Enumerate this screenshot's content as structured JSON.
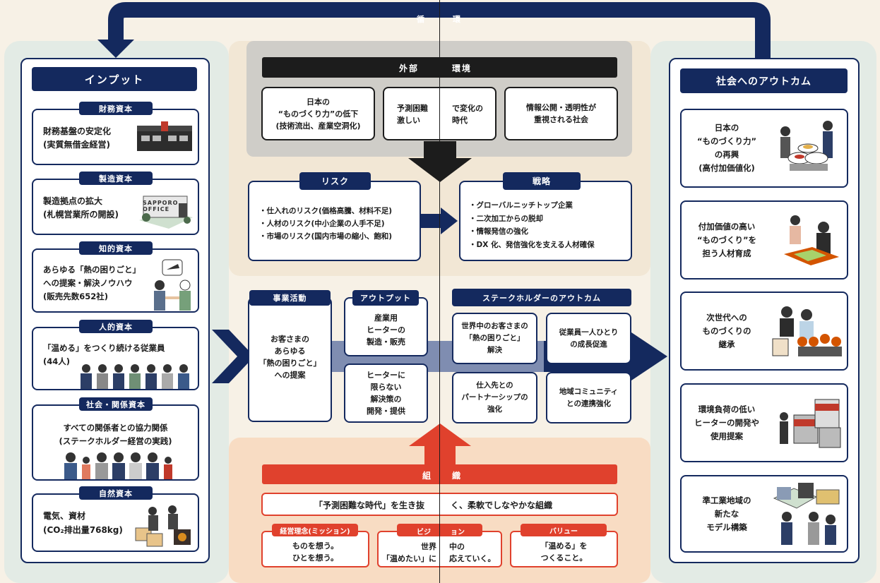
{
  "cycle": {
    "label_left": "循",
    "label_right": "環"
  },
  "inputs": {
    "title": "インプット",
    "capitals": [
      {
        "tag": "財務資本",
        "text": "財務基盤の安定化\n(実質無借金経営)"
      },
      {
        "tag": "製造資本",
        "text": "製造拠点の拡大\n(札幌営業所の開設)",
        "sign": "SAPPORO\nOFFICE"
      },
      {
        "tag": "知的資本",
        "text": "あらゆる「熱の困りごと」\nへの提案・解決ノウハウ\n(販売先数652社)"
      },
      {
        "tag": "人的資本",
        "text": "「温める」をつくり続ける従業員\n(44人)"
      },
      {
        "tag": "社会・関係資本",
        "text": "すべての関係者との協力関係\n(ステークホルダー経営の実践)"
      },
      {
        "tag": "自然資本",
        "text_main": "電気、資材",
        "text_sub": "(CO₂排出量768kg)"
      }
    ]
  },
  "external": {
    "title_left": "外部",
    "title_right": "環境",
    "items": [
      {
        "text": "日本の\n“ものづくり力”の低下\n(技術流出、産業空洞化)"
      },
      {
        "text_left": "予測困難\n激しい",
        "text_right": "で変化の\n時代"
      },
      {
        "text": "情報公開・透明性が\n重視される社会"
      }
    ]
  },
  "risk": {
    "tag": "リスク",
    "items": [
      "・仕入れのリスク(価格高騰、材料不足)",
      "・人材のリスク(中小企業の人手不足)",
      "・市場のリスク(国内市場の縮小、飽和)"
    ]
  },
  "strategy": {
    "tag": "戦略",
    "items": [
      "・グローバルニッチトップ企業",
      "・二次加工からの脱却",
      "・情報発信の強化",
      "・DX 化、発信強化を支える人材確保"
    ]
  },
  "business": {
    "tag": "事業活動",
    "text": "お客さまの\nあらゆる\n「熱の困りごと」\nへの提案"
  },
  "output": {
    "tag": "アウトプット",
    "item1": "産業用\nヒーターの\n製造・販売",
    "item2": "ヒーターに\n限らない\n解決策の\n開発・提供"
  },
  "stakeholder": {
    "tag": "ステークホルダーのアウトカム",
    "items": [
      "世界中のお客さまの\n「熱の困りごと」\n解決",
      "従業員一人ひとり\nの成長促進",
      "仕入先との\nパートナーシップの\n強化",
      "地域コミュニティ\nとの連携強化"
    ]
  },
  "organization": {
    "title_left": "組",
    "title_right": "織",
    "banner_left": "「予測困難な時代」を生き抜",
    "banner_right": "く、柔軟でしなやかな組織",
    "mission": {
      "tag": "経営理念(ミッション)",
      "text": "ものを想う。\nひとを想う。"
    },
    "vision": {
      "tag_left": "ビジ",
      "tag_right": "ョン",
      "text_left": "世界\n「温めたい」に",
      "text_right": "中の\n応えていく。"
    },
    "value": {
      "tag": "バリュー",
      "text": "「温める」を\nつくること。"
    }
  },
  "outcomes": {
    "title": "社会へのアウトカム",
    "items": [
      "日本の\n“ものづくり力”\nの再興\n(高付加価値化)",
      "付加価値の高い\n“ものづくり”を\n担う人材育成",
      "次世代への\nものづくりの\n継承",
      "環境負荷の低い\nヒーターの開発や\n使用提案",
      "準工業地域の\n新たな\nモデル構築"
    ]
  },
  "colors": {
    "navy": "#14295e",
    "red": "#e0412d",
    "cream": "#f7f1e6",
    "green": "#e3ebe5",
    "gray": "#cfcdc8",
    "peach": "#f8dcc3"
  }
}
